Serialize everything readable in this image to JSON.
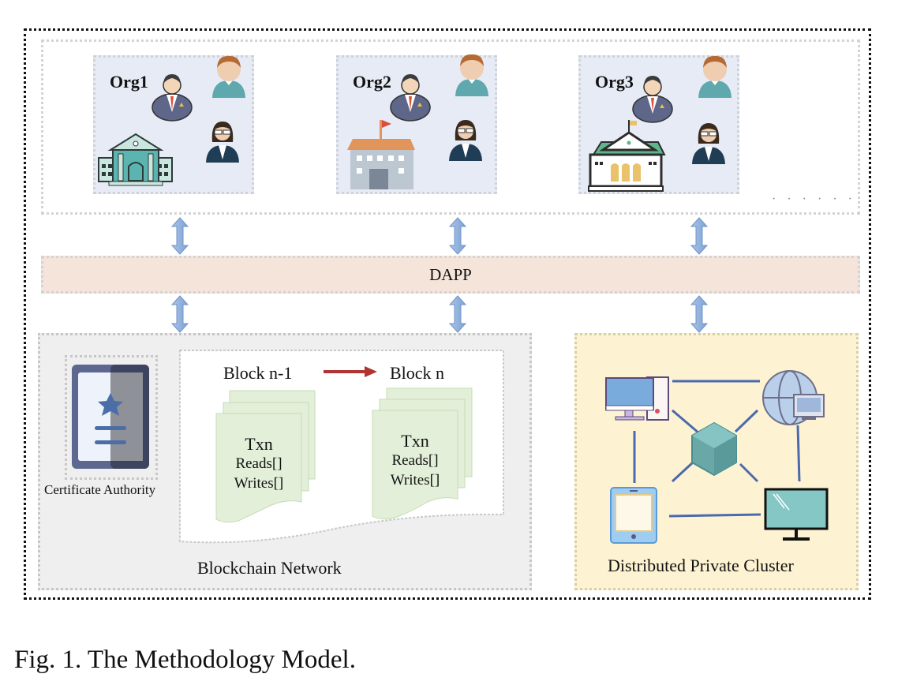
{
  "organizations": [
    {
      "name": "Org1",
      "building": "bank-building"
    },
    {
      "name": "Org2",
      "building": "school-building"
    },
    {
      "name": "Org3",
      "building": "government-building"
    }
  ],
  "org_more_indicator": "· · · · · ·",
  "dapp": {
    "label": "DAPP"
  },
  "blockchain_network": {
    "label": "Blockchain Network",
    "certificate_authority": {
      "label": "Certificate Authority"
    },
    "blocks": [
      {
        "title": "Block n-1",
        "txn": {
          "title": "Txn",
          "reads": "Reads[]",
          "writes": "Writes[]"
        }
      },
      {
        "title": "Block n",
        "txn": {
          "title": "Txn",
          "reads": "Reads[]",
          "writes": "Writes[]"
        }
      }
    ]
  },
  "cluster": {
    "label": "Distributed Private Cluster",
    "nodes": [
      "desktop-computer",
      "globe-computer",
      "tablet",
      "monitor"
    ],
    "hub": "cube"
  },
  "caption": "Fig. 1.  The Methodology Model.",
  "colors": {
    "org_bg": "#e6ebf5",
    "dapp_bg": "#f5e4d9",
    "blockchain_bg": "#efefef",
    "cluster_bg": "#fdf3d2",
    "arrow": "#8fb0dc",
    "block_arrow": "#b03434",
    "txn_fill": "#e3efd9",
    "link_line": "#4a6aaf"
  }
}
